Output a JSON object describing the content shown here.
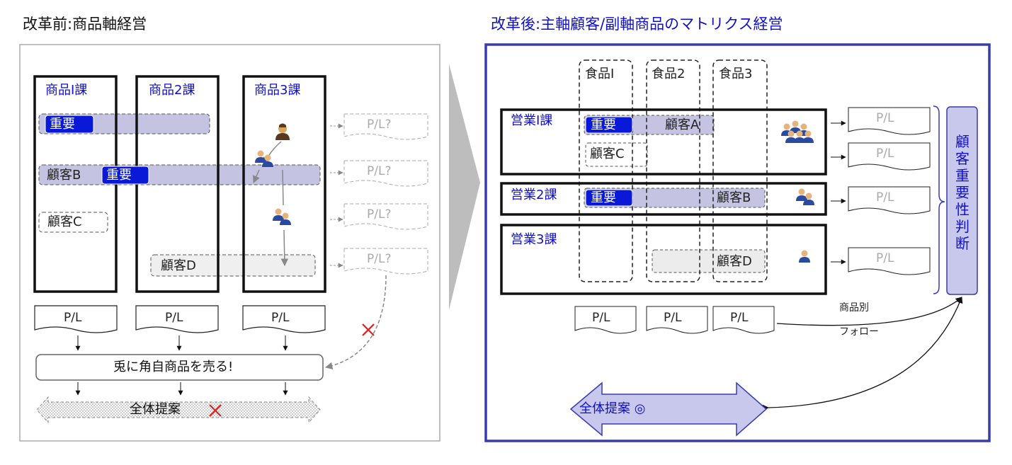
{
  "left": {
    "title": "改革前:商品軸経営",
    "departments": [
      "商品Ⅰ課",
      "商品2課",
      "商品3課"
    ],
    "important": "重要",
    "customers": {
      "b": "顧客B",
      "c": "顧客C",
      "d": "顧客D"
    },
    "pl": "P/L",
    "pl_question": "P/L?",
    "action": "兎に角自商品を売る!",
    "proposal": "全体提案"
  },
  "right": {
    "title": "改革後:主軸顧客/副軸商品のマトリクス経営",
    "food": [
      "食品Ⅰ",
      "食品2",
      "食品3"
    ],
    "sales": [
      "営業Ⅰ課",
      "営業2課",
      "営業3課"
    ],
    "important": "重要",
    "customers": {
      "a": "顧客A",
      "b": "顧客B",
      "c": "顧客C",
      "d": "顧客D"
    },
    "pl": "P/L",
    "follow_line1": "商品別",
    "follow_line2": "フォロー",
    "judge": "顧客重要性判断",
    "proposal": "全体提案 ◎"
  },
  "colors": {
    "accent_blue": "#1010c8",
    "band": "#c4c4e2",
    "gray": "#999999",
    "cross": "#e02020"
  },
  "icons": [
    "person-icon",
    "people-pair-icon",
    "people-group-icon",
    "cross-icon",
    "double-arrow-icon"
  ]
}
